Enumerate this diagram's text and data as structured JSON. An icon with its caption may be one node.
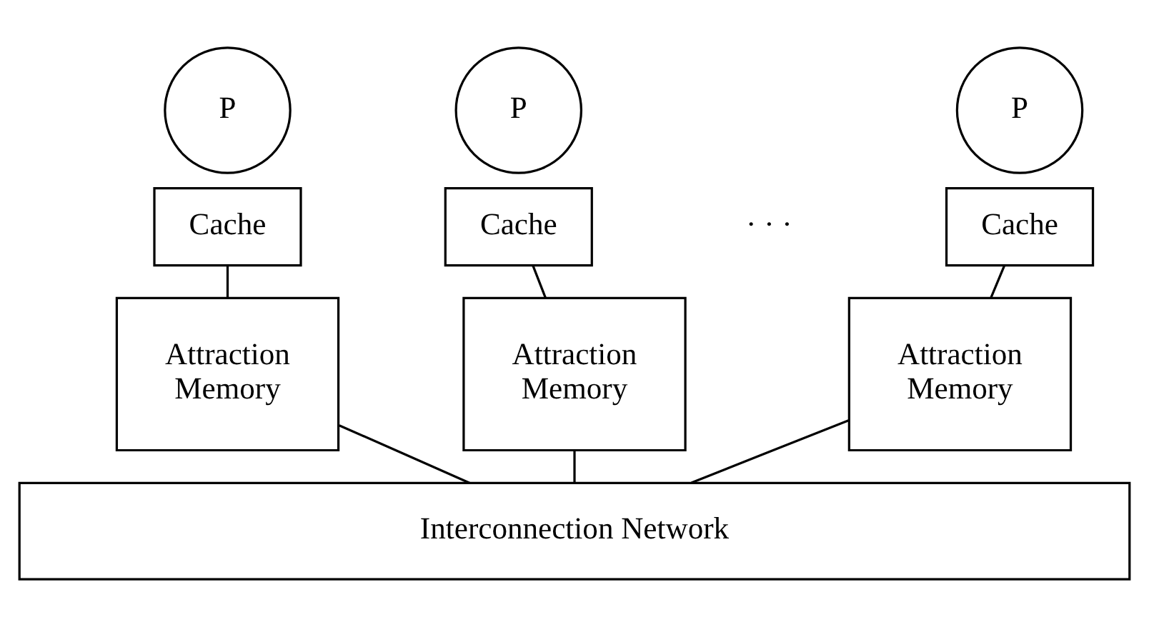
{
  "diagram": {
    "nodes": [
      {
        "text": [
          "P"
        ]
      },
      {
        "text": [
          "Cache"
        ]
      },
      {
        "text": [
          "Attraction Memory"
        ]
      },
      {
        "text": [
          "P"
        ]
      },
      {
        "text": [
          "Cache"
        ]
      },
      {
        "text": [
          "Attraction Memory"
        ]
      },
      {
        "text": [
          "P"
        ]
      },
      {
        "text": [
          "Cache"
        ]
      },
      {
        "text": [
          "Attraction Memory"
        ]
      },
      {
        "text": [
          "Interconnection Network"
        ]
      }
    ],
    "edges": [
      {
        "from": 1,
        "to": 2,
        "arrow": "none"
      },
      {
        "from": 2,
        "to": 9,
        "arrow": "none"
      },
      {
        "from": 4,
        "to": 5,
        "arrow": "none"
      },
      {
        "from": 5,
        "to": 9,
        "arrow": "none"
      },
      {
        "from": 7,
        "to": 8,
        "arrow": "none"
      },
      {
        "from": 8,
        "to": 9,
        "arrow": "none"
      }
    ],
    "labels": [
      "· · ·"
    ]
  }
}
